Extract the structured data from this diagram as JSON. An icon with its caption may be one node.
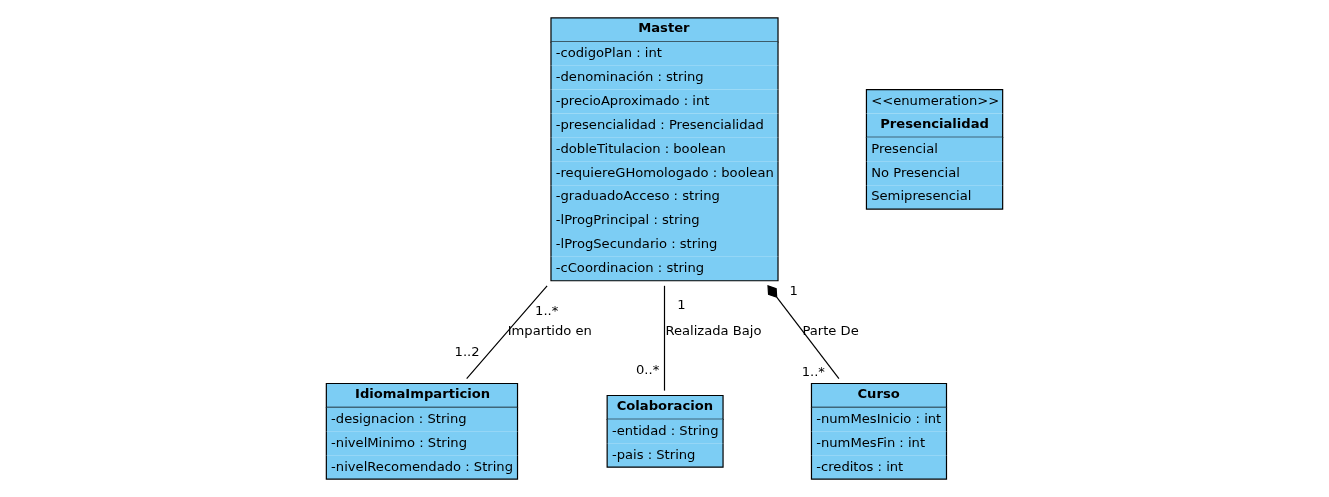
{
  "diagram": {
    "nodes": [
      {
        "text": [
          "Master",
          "-codigoPlan : int",
          "-denominación : string",
          "-precioAproximado : int",
          "-presencialidad : Presencialidad",
          "-dobleTitulacion : boolean",
          "-requiereGHomologado : boolean",
          "-graduadoAcceso : string",
          "-lProgPrincipal : string",
          "-lProgSecundario : string",
          "-cCoordinacion : string"
        ]
      },
      {
        "text": [
          "IdiomaImparticion",
          "-designacion : String",
          "-nivelMinimo : String",
          "-nivelRecomendado : String"
        ]
      },
      {
        "text": [
          "Colaboracion",
          "-entidad : String",
          "-pais : String"
        ]
      },
      {
        "text": [
          "Curso",
          "-numMesInicio : int",
          "-numMesFin : int",
          "-creditos : int"
        ]
      },
      {
        "text": [
          "<<enumeration>>",
          "Presencialidad",
          "Presencial",
          "No Presencial",
          "Semipresencial"
        ]
      }
    ],
    "edges": [
      {
        "from": 0,
        "to": 1,
        "arrow": "none",
        "label": "Impartido en"
      },
      {
        "from": 0,
        "to": 2,
        "arrow": "none",
        "label": "Realizada Bajo"
      },
      {
        "from": 0,
        "to": 3,
        "arrow": "other",
        "label": "Parte De"
      }
    ],
    "labels": [
      "1..2",
      "1..*",
      "1",
      "0..*",
      "1",
      "1..*"
    ]
  }
}
